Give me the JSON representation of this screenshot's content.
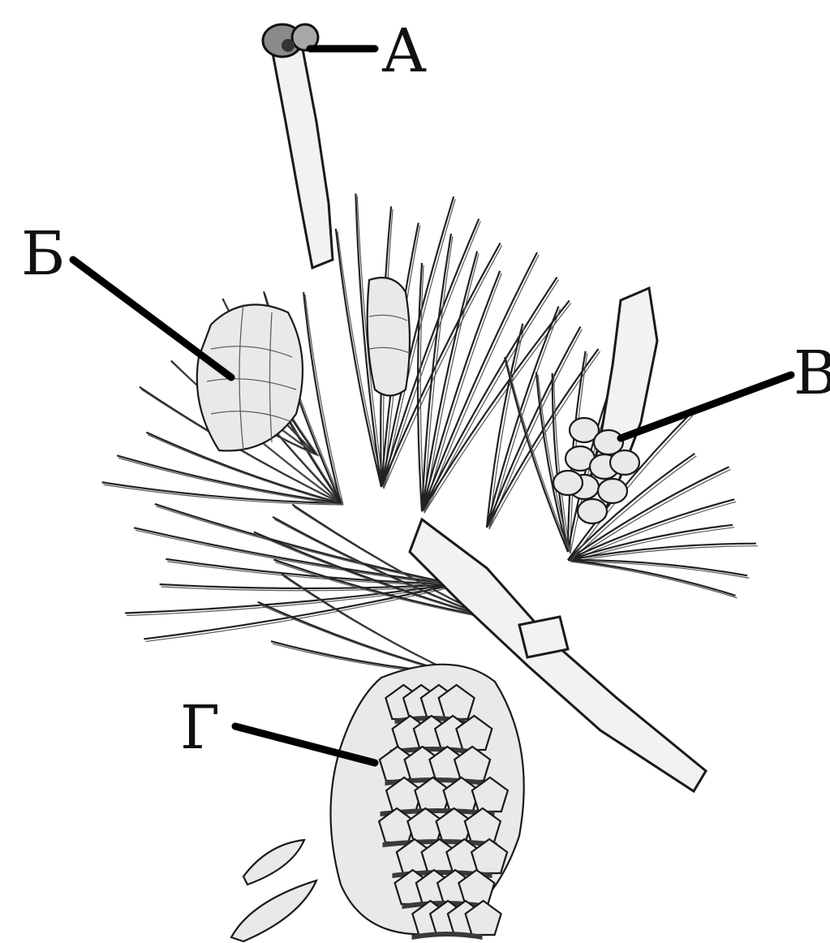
{
  "labels": {
    "a": "А",
    "b": "Б",
    "v": "В",
    "g": "Г"
  },
  "colors": {
    "ink": "#111111",
    "background": "#ffffff"
  }
}
